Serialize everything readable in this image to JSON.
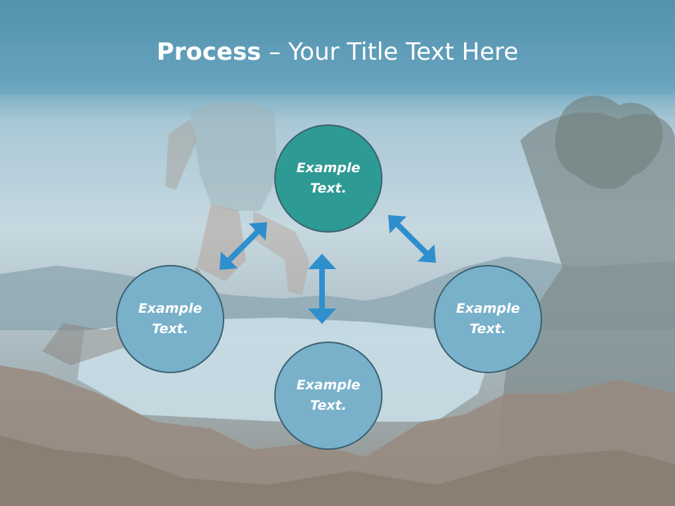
{
  "slide": {
    "title_bold": "Process",
    "title_rest": " – Your Title Text Here"
  },
  "diagram": {
    "nodes": [
      {
        "label": "Example Text.",
        "role": "top"
      },
      {
        "label": "Example Text.",
        "role": "left"
      },
      {
        "label": "Example Text.",
        "role": "bottom"
      },
      {
        "label": "Example Text.",
        "role": "right"
      }
    ],
    "arrow_color": "#2f8fcc",
    "center_node_color": "#2e9a94",
    "outer_node_color": "#79b1cb"
  }
}
